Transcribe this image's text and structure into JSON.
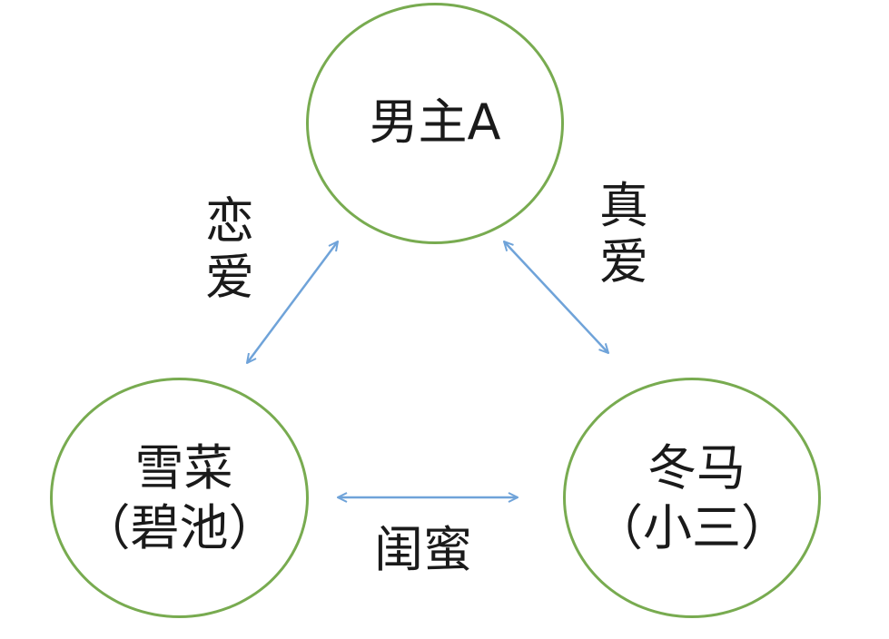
{
  "nodes": {
    "top": {
      "line1": "男主A"
    },
    "left": {
      "line1": "雪菜",
      "line2": "（碧池）"
    },
    "right": {
      "line1": "冬马",
      "line2": "（小三）"
    }
  },
  "edges": {
    "left_top": {
      "label": "恋爱"
    },
    "top_right": {
      "label": "真爱"
    },
    "left_right": {
      "label": "闺蜜"
    }
  },
  "colors": {
    "node_border": "#78ab50",
    "arrow": "#6fa3d9",
    "text": "#1a1a1a"
  }
}
